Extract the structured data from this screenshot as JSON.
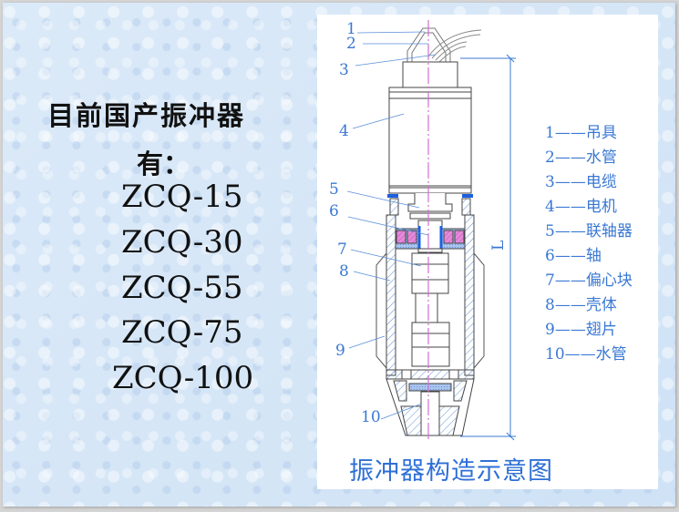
{
  "slide": {
    "heading_line1": "目前国产振冲器",
    "heading_line2": "有：",
    "models": [
      "ZCQ-15",
      "ZCQ-30",
      "ZCQ-55",
      "ZCQ-75",
      "ZCQ-100"
    ]
  },
  "diagram": {
    "caption": "振冲器构造示意图",
    "dimension_label": "L",
    "callouts": [
      "1",
      "2",
      "3",
      "4",
      "5",
      "6",
      "7",
      "8",
      "9",
      "10"
    ],
    "legend": [
      {
        "num": "1",
        "sep": "——",
        "name": "吊具"
      },
      {
        "num": "2",
        "sep": "——",
        "name": "水管"
      },
      {
        "num": "3",
        "sep": "——",
        "name": "电缆"
      },
      {
        "num": "4",
        "sep": "——",
        "name": "电机"
      },
      {
        "num": "5",
        "sep": "——",
        "name": "联轴器"
      },
      {
        "num": "6",
        "sep": "——",
        "name": "轴"
      },
      {
        "num": "7",
        "sep": "——",
        "name": "偏心块"
      },
      {
        "num": "8",
        "sep": "——",
        "name": "壳体"
      },
      {
        "num": "9",
        "sep": "——",
        "name": "翅片"
      },
      {
        "num": "10",
        "sep": "——",
        "name": "水管"
      }
    ],
    "colors": {
      "label_blue": "#3a78d4",
      "centerline": "#d070d0",
      "coupling_pink": "#e070c8",
      "seal_blue": "#1e5fe0",
      "hatch": "#5a8fd8",
      "outline": "#444444"
    }
  }
}
